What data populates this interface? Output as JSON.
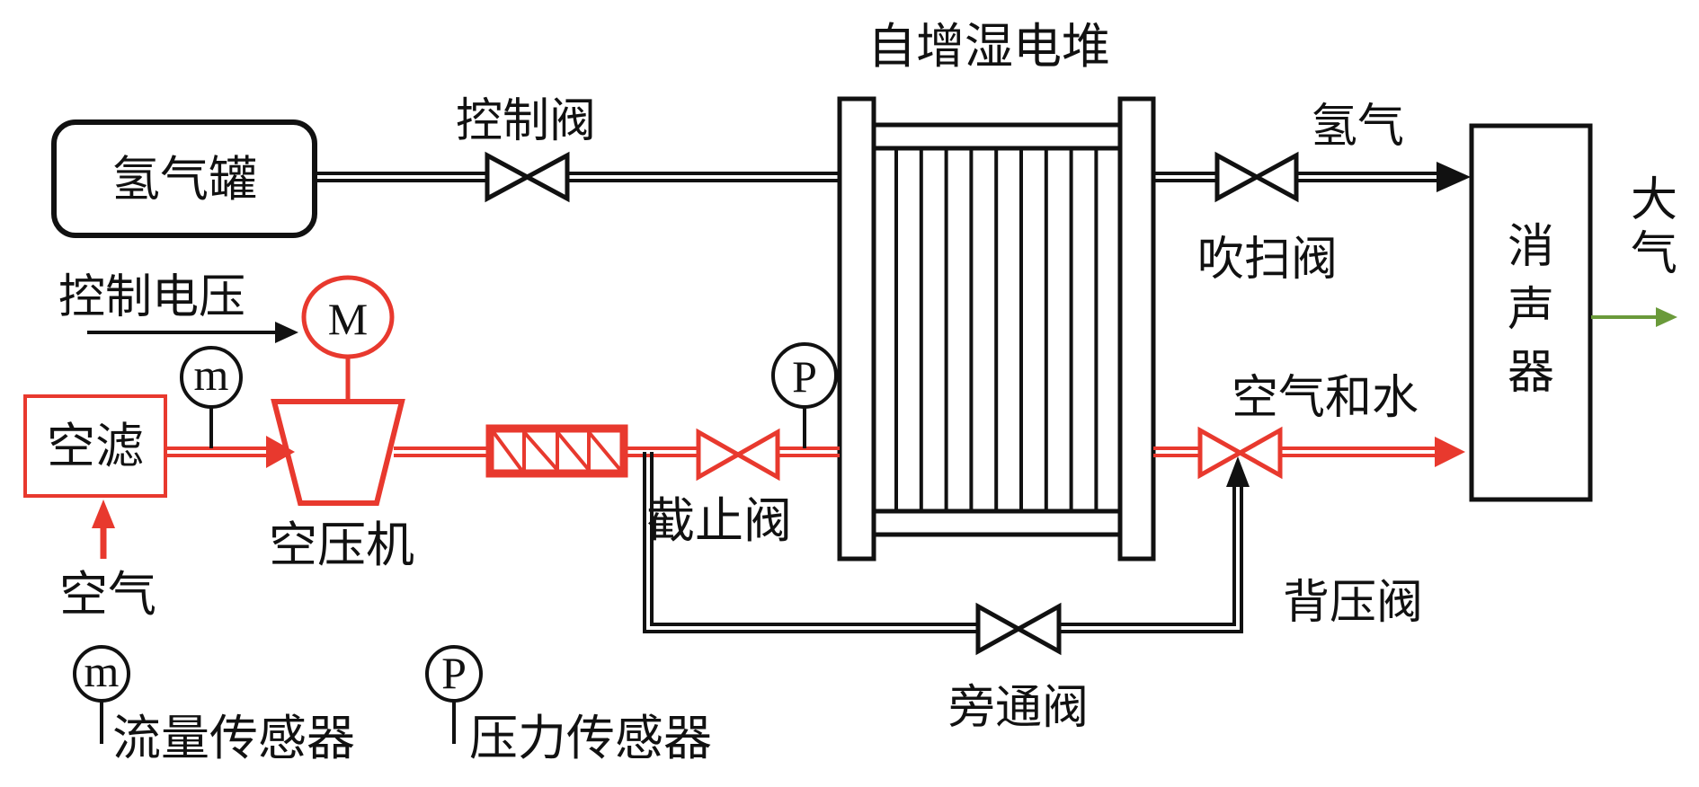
{
  "diagram": {
    "title": "自增湿电堆",
    "colors": {
      "hydrogen_line": "#111111",
      "air_line": "#e8392e",
      "exhaust_line": "#6a9a3a",
      "background": "#ffffff"
    },
    "components": {
      "hydrogen_tank": "氢气罐",
      "control_valve": "控制阀",
      "purge_valve": "吹扫阀",
      "hydrogen_out": "氢气",
      "muffler": [
        "消",
        "声",
        "器"
      ],
      "atmosphere": [
        "大",
        "气"
      ],
      "control_voltage": "控制电压",
      "motor_symbol": "M",
      "flow_symbol": "m",
      "pressure_symbol": "P",
      "air_filter": "空滤",
      "air_in": "空气",
      "compressor": "空压机",
      "shutoff_valve": "截止阀",
      "air_and_water": "空气和水",
      "back_pressure_valve": "背压阀",
      "bypass_valve": "旁通阀"
    },
    "legend": [
      {
        "symbol": "m",
        "label": "流量传感器"
      },
      {
        "symbol": "P",
        "label": "压力传感器"
      }
    ]
  }
}
